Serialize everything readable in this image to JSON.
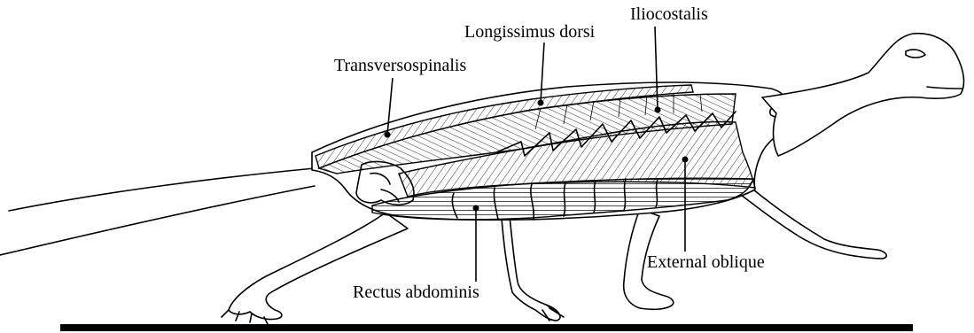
{
  "diagram": {
    "labels": {
      "transversospinalis": "Transversospinalis",
      "longissimus_dorsi": "Longissimus dorsi",
      "iliocostalis": "Iliocostalis",
      "external_oblique": "External oblique",
      "rectus_abdominis": "Rectus abdominis"
    }
  }
}
